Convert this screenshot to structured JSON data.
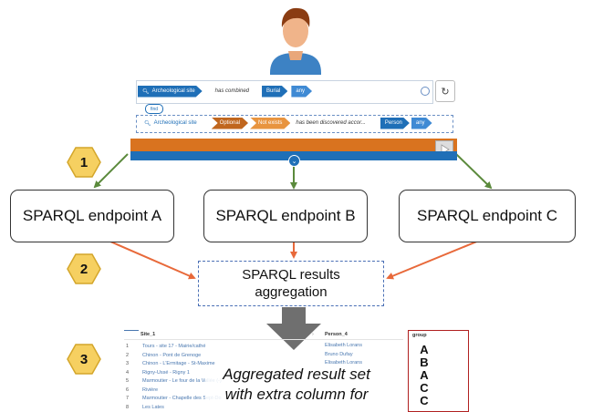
{
  "query_panel": {
    "row1": {
      "chip1": "Archeological site",
      "connector": "has combined",
      "chip2": "Burial",
      "chip3": "any"
    },
    "find_label": "find",
    "row2": {
      "chip1": "Archeological site",
      "chip2": "Optional",
      "chip3": "Not exists",
      "connector": "has been discovered accor...",
      "chip4": "Person",
      "chip5": "any"
    }
  },
  "badges": [
    "1",
    "2",
    "3"
  ],
  "endpoints": [
    {
      "label": "SPARQL endpoint A"
    },
    {
      "label": "SPARQL endpoint B"
    },
    {
      "label": "SPARQL endpoint C"
    }
  ],
  "aggregation": {
    "line1": "SPARQL results",
    "line2": "aggregation"
  },
  "results": {
    "col1_header": "Site_1",
    "col2_header": "Person_4",
    "group_header": "group",
    "rows": [
      {
        "n": "1",
        "site": "Tours - site 17 - Mairie/cathé",
        "person": "Elisabeth Lorans"
      },
      {
        "n": "2",
        "site": "Chinon - Pont de Grenoge",
        "person": "Bruno Dufay"
      },
      {
        "n": "3",
        "site": "Chinon - L'Ermitage - St-Maxime",
        "person": "Elisabeth Lorans"
      },
      {
        "n": "4",
        "site": "Rigny-Ussé - Rigny 1",
        "person": ""
      },
      {
        "n": "5",
        "site": "Marmoutier - Le four de la Vallée (-)",
        "person": ""
      },
      {
        "n": "6",
        "site": "Rivière",
        "person": ""
      },
      {
        "n": "7",
        "site": "Marmoutier - Chapelle des Sept-Do",
        "person": ""
      },
      {
        "n": "8",
        "site": "Les Lates",
        "person": ""
      }
    ],
    "groups": [
      "A",
      "B",
      "A",
      "C",
      "C"
    ],
    "caption_line1": "Aggregated result set",
    "caption_line2": "with extra column for"
  },
  "colors": {
    "arrow_green": "#5b8a3c",
    "arrow_orange": "#e8693a",
    "badge_fill": "#f6d061",
    "badge_stroke": "#d4a62a",
    "brand_blue": "#1f6fb7",
    "brand_orange": "#d9731f",
    "group_border": "#b02020"
  }
}
